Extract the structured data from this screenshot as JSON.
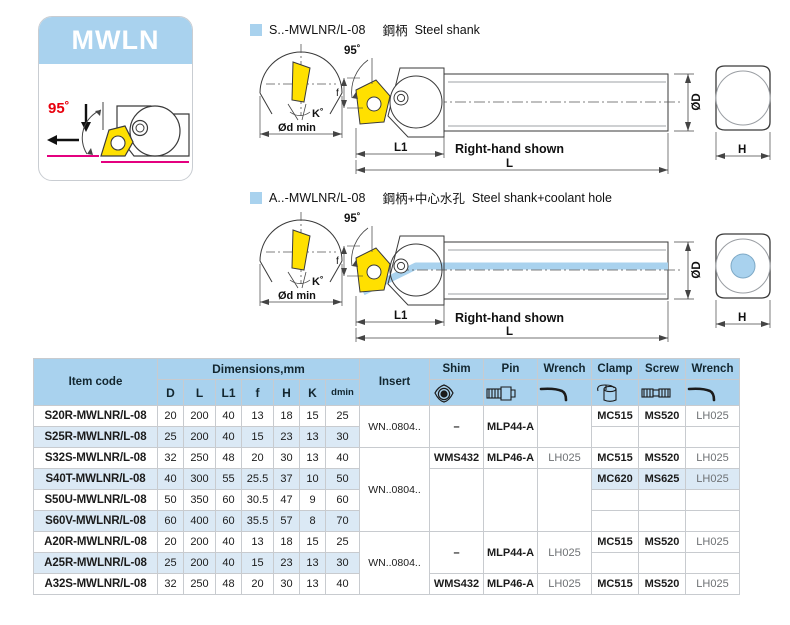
{
  "logo": {
    "title": "MWLN",
    "angle_label": "95˚"
  },
  "sections": [
    {
      "id": "steel-shank",
      "code": "S..-MWLNR/L-08",
      "chinese": "鋼柄",
      "english": "Steel shank",
      "hand_note": "Right-hand shown",
      "labels": {
        "angle": "95˚",
        "k_angle": "K˚",
        "dmin": "Ød min",
        "l1": "L1",
        "l": "L",
        "od": "ØD",
        "h": "H",
        "f": "f"
      }
    },
    {
      "id": "coolant-shank",
      "code": "A..-MWLNR/L-08",
      "chinese": "鋼柄+中心水孔",
      "english": "Steel shank+coolant hole",
      "hand_note": "Right-hand shown",
      "labels": {
        "angle": "95˚",
        "k_angle": "K˚",
        "dmin": "Ød min",
        "l1": "L1",
        "l": "L",
        "od": "ØD",
        "h": "H",
        "f": "f"
      }
    }
  ],
  "table": {
    "headers": {
      "item_code": "Item code",
      "dimensions": "Dimensions,mm",
      "dim_cols": [
        "D",
        "L",
        "L1",
        "f",
        "H",
        "K",
        "dmin"
      ],
      "insert": "Insert",
      "accessories": [
        {
          "label": "Shim",
          "icon": "shim-icon"
        },
        {
          "label": "Pin",
          "icon": "pin-icon"
        },
        {
          "label": "Wrench",
          "icon": "wrench-icon"
        },
        {
          "label": "Clamp",
          "icon": "clamp-icon"
        },
        {
          "label": "Screw",
          "icon": "screw-icon"
        },
        {
          "label": "Wrench",
          "icon": "wrench-icon"
        }
      ]
    },
    "rows": [
      {
        "code": "S20R-MWLNR/L-08",
        "D": "20",
        "L": "200",
        "L1": "40",
        "f": "13",
        "H": "18",
        "K": "15",
        "dmin": "25"
      },
      {
        "code": "S25R-MWLNR/L-08",
        "D": "25",
        "L": "200",
        "L1": "40",
        "f": "15",
        "H": "23",
        "K": "13",
        "dmin": "30"
      },
      {
        "code": "S32S-MWLNR/L-08",
        "D": "32",
        "L": "250",
        "L1": "48",
        "f": "20",
        "H": "30",
        "K": "13",
        "dmin": "40"
      },
      {
        "code": "S40T-MWLNR/L-08",
        "D": "40",
        "L": "300",
        "L1": "55",
        "f": "25.5",
        "H": "37",
        "K": "10",
        "dmin": "50"
      },
      {
        "code": "S50U-MWLNR/L-08",
        "D": "50",
        "L": "350",
        "L1": "60",
        "f": "30.5",
        "H": "47",
        "K": "9",
        "dmin": "60"
      },
      {
        "code": "S60V-MWLNR/L-08",
        "D": "60",
        "L": "400",
        "L1": "60",
        "f": "35.5",
        "H": "57",
        "K": "8",
        "dmin": "70"
      },
      {
        "code": "A20R-MWLNR/L-08",
        "D": "20",
        "L": "200",
        "L1": "40",
        "f": "13",
        "H": "18",
        "K": "15",
        "dmin": "25"
      },
      {
        "code": "A25R-MWLNR/L-08",
        "D": "25",
        "L": "200",
        "L1": "40",
        "f": "15",
        "H": "23",
        "K": "13",
        "dmin": "30"
      },
      {
        "code": "A32S-MWLNR/L-08",
        "D": "32",
        "L": "250",
        "L1": "48",
        "f": "20",
        "H": "30",
        "K": "13",
        "dmin": "40"
      }
    ],
    "insert_groups": [
      {
        "value": "WN..0804..",
        "rows": 2
      },
      {
        "value": "WN..0804..",
        "rows": 4
      },
      {
        "value": "WN..0804..",
        "rows": 3
      }
    ],
    "shim_groups": [
      {
        "value": "–",
        "rows": 2
      },
      {
        "value": "WMS432",
        "rows": 1
      },
      {
        "value": "",
        "rows": 3
      },
      {
        "value": "–",
        "rows": 2
      },
      {
        "value": "WMS432",
        "rows": 1
      }
    ],
    "pin_groups": [
      {
        "value": "MLP44-A",
        "rows": 2
      },
      {
        "value": "MLP46-A",
        "rows": 1
      },
      {
        "value": "",
        "rows": 3
      },
      {
        "value": "MLP44-A",
        "rows": 2
      },
      {
        "value": "MLP46-A",
        "rows": 1
      }
    ],
    "wrench1_groups": [
      {
        "value": "",
        "rows": 2
      },
      {
        "value": "LH025",
        "rows": 1
      },
      {
        "value": "",
        "rows": 3
      },
      {
        "value": "LH025",
        "rows": 2
      },
      {
        "value": "LH025",
        "rows": 1
      }
    ],
    "clamp_values": [
      "MC515",
      "",
      "MC515",
      "MC620",
      "",
      "",
      "MC515",
      "",
      "MC515"
    ],
    "screw_values": [
      "MS520",
      "",
      "MS520",
      "MS625",
      "",
      "",
      "MS520",
      "",
      "MS520"
    ],
    "wrench2_values": [
      "LH025",
      "",
      "LH025",
      "LH025",
      "",
      "",
      "LH025",
      "",
      "LH025"
    ]
  },
  "colors": {
    "header_blue": "#a9d2ee",
    "row_alt_blue": "#dbe9f5",
    "insert_yellow": "#ffe000",
    "accent_red": "#e8000d",
    "magenta": "#e4007f",
    "coolant_blue": "#a9d2ee"
  }
}
